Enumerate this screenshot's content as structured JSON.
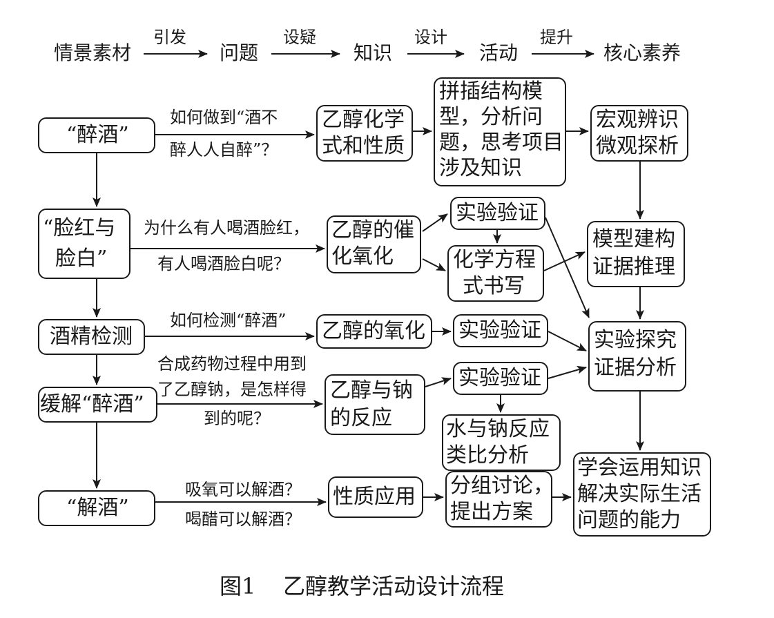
{
  "header": {
    "stages": [
      "情景素材",
      "问题",
      "知识",
      "活动",
      "核心素养"
    ],
    "verbs": [
      "引发",
      "设疑",
      "设计",
      "提升"
    ]
  },
  "scenarios": [
    {
      "lines": [
        "“醉酒”"
      ]
    },
    {
      "lines": [
        "“脸红与",
        "脸白”"
      ]
    },
    {
      "lines": [
        "酒精检测"
      ]
    },
    {
      "lines": [
        "缓解“醉酒”"
      ]
    },
    {
      "lines": [
        "“解酒”"
      ]
    }
  ],
  "questions": [
    {
      "lines": [
        "如何做到“酒不",
        "醉人人自醉”？"
      ]
    },
    {
      "lines": [
        "为什么有人喝酒脸红，",
        "有人喝酒脸白呢？"
      ]
    },
    {
      "lines": [
        "如何检测“醉酒”"
      ]
    },
    {
      "lines": [
        "合成药物过程中用到",
        "了乙醇钠，是怎样得",
        "到的呢？"
      ]
    },
    {
      "lines": [
        "吸氧可以解酒？",
        "喝醋可以解酒？"
      ]
    }
  ],
  "knowledge": [
    {
      "lines": [
        "乙醇化学",
        "式和性质"
      ]
    },
    {
      "lines": [
        "乙醇的催",
        "化氧化"
      ]
    },
    {
      "lines": [
        "乙醇的氧化"
      ]
    },
    {
      "lines": [
        "乙醇与钠",
        "的反应"
      ]
    },
    {
      "lines": [
        "性质应用"
      ]
    }
  ],
  "activities": [
    {
      "lines": [
        "拼插结构模",
        "型，分析问",
        "题，思考项目",
        "涉及知识"
      ]
    },
    {
      "lines": [
        "实验验证"
      ]
    },
    {
      "lines": [
        "化学方程",
        "式书写"
      ]
    },
    {
      "lines": [
        "实验验证"
      ]
    },
    {
      "lines": [
        "实验验证"
      ]
    },
    {
      "lines": [
        "水与钠反应",
        "类比分析"
      ]
    },
    {
      "lines": [
        "分组讨论，",
        "提出方案"
      ]
    }
  ],
  "competencies": [
    {
      "lines": [
        "宏观辨识",
        "微观探析"
      ]
    },
    {
      "lines": [
        "模型建构",
        "证据推理"
      ]
    },
    {
      "lines": [
        "实验探究",
        "证据分析"
      ]
    },
    {
      "lines": [
        "学会运用知识",
        "解决实际生活",
        "问题的能力"
      ]
    }
  ],
  "caption": {
    "figure": "图1",
    "title": "乙醇教学活动设计流程"
  }
}
